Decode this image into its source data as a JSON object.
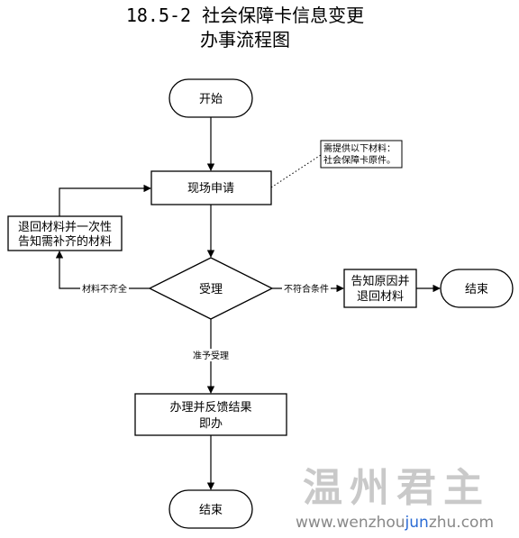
{
  "title": {
    "line1": "18.5-2 社会保障卡信息变更",
    "line2": "办事流程图"
  },
  "nodes": {
    "start": "开始",
    "apply": "现场申请",
    "accept": "受理",
    "process_line1": "办理并反馈结果",
    "process_line2": "即办",
    "end_bottom": "结束",
    "return_line1": "退回材料并一次性",
    "return_line2": "告知需补齐的材料",
    "reject_line1": "告知原因并",
    "reject_line2": "退回材料",
    "end_right": "结束"
  },
  "note": {
    "line1": "需提供以下材料：",
    "line2": "社会保障卡原件。"
  },
  "edge_labels": {
    "incomplete": "材料不齐全",
    "noncompliant": "不符合条件",
    "accepted": "准予受理"
  },
  "watermark": {
    "name": "温州君主",
    "url_prefix": "www.wenzhou",
    "url_highlight": "jun",
    "url_suffix": "zhu.com"
  }
}
